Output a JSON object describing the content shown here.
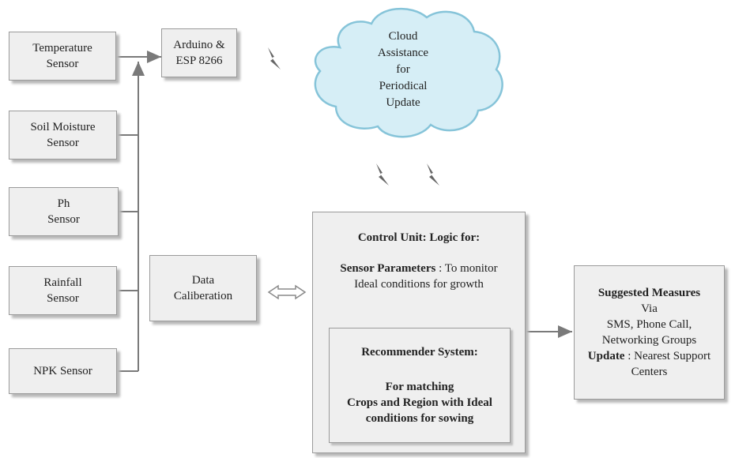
{
  "sensors": [
    {
      "lines": [
        "Temperature",
        "Sensor"
      ]
    },
    {
      "lines": [
        "Soil Moisture",
        "Sensor"
      ]
    },
    {
      "lines": [
        "Ph",
        "Sensor"
      ]
    },
    {
      "lines": [
        "Rainfall",
        "Sensor"
      ]
    },
    {
      "lines": [
        "NPK Sensor"
      ]
    }
  ],
  "arduino": {
    "lines": [
      "Arduino &",
      "ESP 8266"
    ]
  },
  "cloud": {
    "lines": [
      "Cloud",
      "Assistance",
      "for",
      "Periodical",
      "Update"
    ]
  },
  "calibration": {
    "lines": [
      "Data",
      "Caliberation"
    ]
  },
  "control_unit": {
    "title": "Control  Unit: Logic for:",
    "params_label": "Sensor Parameters",
    "params_text": " : To monitor",
    "params_text2": "Ideal conditions for growth",
    "recommender": {
      "title": "Recommender System:",
      "line1": "For matching",
      "line2": "Crops and Region with Ideal",
      "line3": "conditions for sowing"
    }
  },
  "measures": {
    "title": "Suggested Measures",
    "via": "Via",
    "channels1": "SMS, Phone Call,",
    "channels2": "Networking Groups",
    "update_label": "Update",
    "update_text": " :  Nearest Support",
    "update_text2": "Centers"
  },
  "colors": {
    "box_fill": "#efefef",
    "box_border": "#9a9a9a",
    "line": "#7a7a7a",
    "cloud_fill": "#d6eef6",
    "cloud_stroke": "#86c4d9"
  },
  "icons": [
    "lightning-bolt-icon",
    "double-arrow-icon",
    "down-arrow-icon"
  ]
}
